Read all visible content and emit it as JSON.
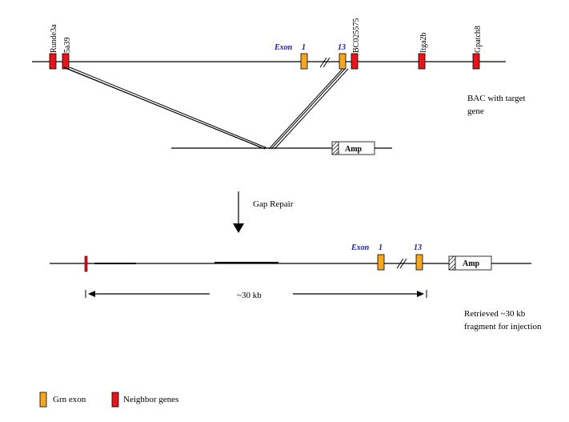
{
  "bac": {
    "genes": [
      "Runde3a",
      "5a39",
      "BC025575",
      "Itga2b",
      "Gpatch8"
    ],
    "exon_prefix": "Exon",
    "exon_first": "1",
    "exon_last": "13",
    "caption": [
      "BAC with target",
      "gene"
    ]
  },
  "vector": {
    "amp_label": "Amp"
  },
  "step": {
    "label": "Gap Repair"
  },
  "retrieved": {
    "exon_prefix": "Exon",
    "exon_first": "1",
    "exon_last": "13",
    "amp_label": "Amp",
    "size_label": "~30 kb",
    "caption": [
      "Retrieved ~30 kb",
      "fragment for injection"
    ]
  },
  "legend": {
    "items": [
      {
        "label": "Grn exon",
        "color": "#f5a623"
      },
      {
        "label": "Neighbor genes",
        "color": "#e8141c"
      }
    ]
  },
  "colors": {
    "exon": "#f5a623",
    "neighbor": "#e8141c",
    "exon_text": "#1a1aa0"
  }
}
